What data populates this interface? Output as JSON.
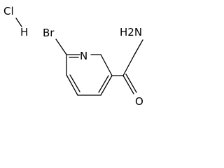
{
  "structure": {
    "salt": {
      "chloride": "Cl",
      "hydrogen": "H"
    },
    "atoms": {
      "bromine": "Br",
      "pyridine_nitrogen": "N",
      "amine": "H2N",
      "carbonyl_oxygen": "O"
    }
  }
}
